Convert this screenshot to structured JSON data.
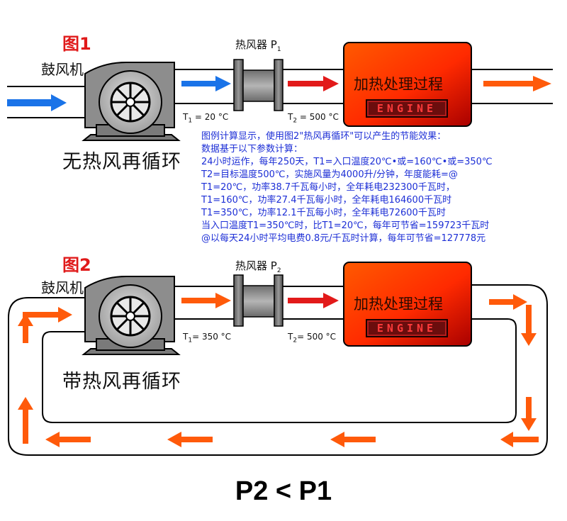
{
  "colors": {
    "blue_air": "#1a73e8",
    "hot_air": "#ff5a0a",
    "red_air": "#e21a1a",
    "duct_fill": "#ffffff",
    "engine_fill_start": "#ff4400",
    "engine_fill_end": "#b00000",
    "title_red": "#e01a1a",
    "note_blue": "#1d2fd6"
  },
  "figure1": {
    "title": "图1",
    "blower_label": "鼓风机",
    "heater_label": "热风器 P",
    "heater_sub": "1",
    "t1_main": "T",
    "t1_sub": "1",
    "t1_value": " = 20 °C",
    "t2_main": "T",
    "t2_sub": "2",
    "t2_value": " = 500 °C",
    "process_label": "加热处理过程",
    "engine_text": "ENGINE",
    "caption": "无热风再循环"
  },
  "figure2": {
    "title": "图2",
    "blower_label": "鼓风机",
    "heater_label": "热风器 P",
    "heater_sub": "2",
    "t1_main": "T",
    "t1_sub": "1",
    "t1_value": "= 350 °C",
    "t2_main": "T",
    "t2_sub": "2",
    "t2_value": "= 500 °C",
    "process_label": "加热处理过程",
    "engine_text": "ENGINE",
    "caption": "带热风再循环"
  },
  "notes": [
    "图例计算显示，使用图2\"热风再循环\"可以产生的节能效果：",
    "数据基于以下参数计算：",
    "24小时运作，每年250天，T1=入口温度20℃•或=160℃•或=350℃",
    "T2=目标温度500℃，实施风量为4000升/分钟，年度能耗=@",
    "T1=20℃，功率38.7千瓦每小时，全年耗电232300千瓦时，",
    "T1=160℃，功率27.4千瓦每小时，全年耗电164600千瓦时",
    "T1=350℃，功率12.1千瓦每小时，全年耗电72600千瓦时",
    "当入口温度T1=350℃时，比T1=20℃，每年可节省=159723千瓦时",
    "@以每天24小时平均电费0.8元/千瓦时计算，每年可节省=127778元"
  ],
  "formula": "P2 < P1"
}
